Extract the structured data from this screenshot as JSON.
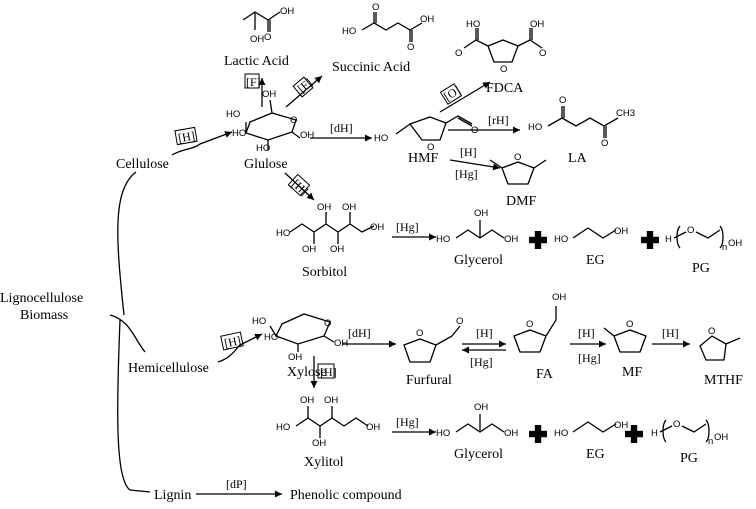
{
  "sources": {
    "biomass": [
      "Lignocellulose",
      "Biomass"
    ],
    "cellulose": "Cellulose",
    "hemicellulose": "Hemicellulose",
    "lignin": "Lignin"
  },
  "compounds": {
    "lactic_acid": "Lactic Acid",
    "succinic_acid": "Succinic Acid",
    "fdca": "FDCA",
    "glucose": "Glulose",
    "hmf": "HMF",
    "la": "LA",
    "dmf": "DMF",
    "sorbitol": "Sorbitol",
    "glycerol_1": "Glycerol",
    "eg_1": "EG",
    "pg_1": "PG",
    "xylose": "Xylose",
    "furfural": "Furfural",
    "fa": "FA",
    "mf": "MF",
    "mthf": "MTHF",
    "xylitol": "Xylitol",
    "glycerol_2": "Glycerol",
    "eg_2": "EG",
    "pg_2": "PG",
    "phenolic": "Phenolic compound"
  },
  "reactions": {
    "cel_hydrolysis": "[H]",
    "glu_lactic": "[F]",
    "glu_succinic": "[F]",
    "glu_hmf": "[dH]",
    "hmf_fdca": "[O]",
    "hmf_la": "[rH]",
    "hmf_dmf_1": "[H]",
    "hmf_dmf_2": "[Hg]",
    "glu_sorbitol": "[H]",
    "sorbitol_products": "[Hg]",
    "hemi_hydrolysis": "[H]",
    "xylose_furfural": "[dH]",
    "furfural_fa_1": "[H]",
    "furfural_fa_2": "[Hg]",
    "fa_mf": "[H]",
    "mf_mthf": "[H]",
    "xylose_xylitol": "[H]",
    "xylitol_products": "[Hg]",
    "lignin_phenolic": "[dP]"
  },
  "atoms": {
    "oh": "OH",
    "ho": "HO",
    "o": "O",
    "ch3": "CH3",
    "h": "H",
    "n": "n"
  }
}
